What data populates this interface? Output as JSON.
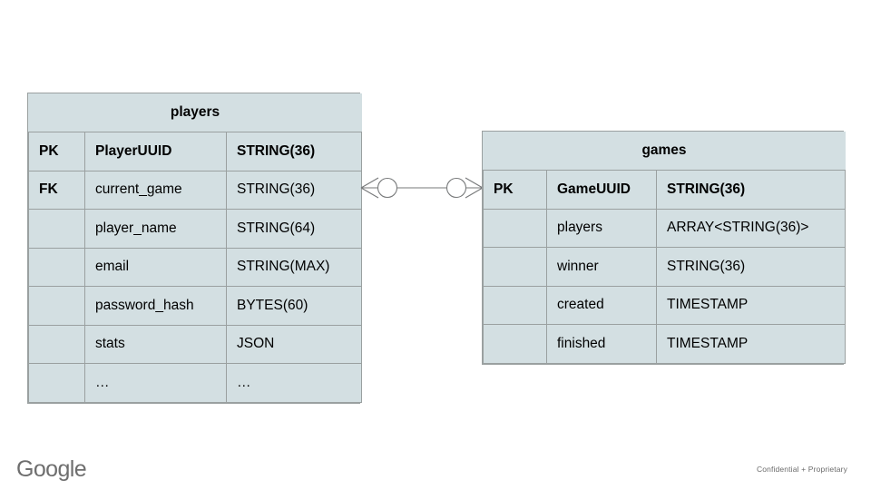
{
  "diagram": {
    "type": "entity-relationship",
    "colors": {
      "table_fill": "#d3dfe2",
      "grid_line": "#9aa0a0",
      "connector": "#77797a",
      "background": "#ffffff",
      "footer_text": "#6b6b6b",
      "logo_text": "#6e6e6e"
    },
    "tables": [
      {
        "name": "players",
        "title": "players",
        "rows": [
          {
            "key": "PK",
            "field": "PlayerUUID",
            "type": "STRING(36)",
            "bold": true
          },
          {
            "key": "FK",
            "field": "current_game",
            "type": "STRING(36)",
            "bold": false
          },
          {
            "key": "",
            "field": "player_name",
            "type": "STRING(64)",
            "bold": false
          },
          {
            "key": "",
            "field": "email",
            "type": "STRING(MAX)",
            "bold": false
          },
          {
            "key": "",
            "field": "password_hash",
            "type": "BYTES(60)",
            "bold": false
          },
          {
            "key": "",
            "field": "stats",
            "type": "JSON",
            "bold": false
          },
          {
            "key": "",
            "field": "…",
            "type": "…",
            "bold": false
          }
        ]
      },
      {
        "name": "games",
        "title": "games",
        "rows": [
          {
            "key": "PK",
            "field": "GameUUID",
            "type": "STRING(36)",
            "bold": true
          },
          {
            "key": "",
            "field": "players",
            "type": "ARRAY<STRING(36)>",
            "bold": false
          },
          {
            "key": "",
            "field": "winner",
            "type": "STRING(36)",
            "bold": false
          },
          {
            "key": "",
            "field": "created",
            "type": "TIMESTAMP",
            "bold": false
          },
          {
            "key": "",
            "field": "finished",
            "type": "TIMESTAMP",
            "bold": false
          }
        ]
      }
    ],
    "relationship": {
      "from": "players",
      "to": "games",
      "left_cardinality": "zero-or-many",
      "right_cardinality": "zero-or-many",
      "notation": "crow's-foot"
    }
  },
  "footer": {
    "logo": "Google",
    "confidential_note": "Confidential + Proprietary"
  }
}
